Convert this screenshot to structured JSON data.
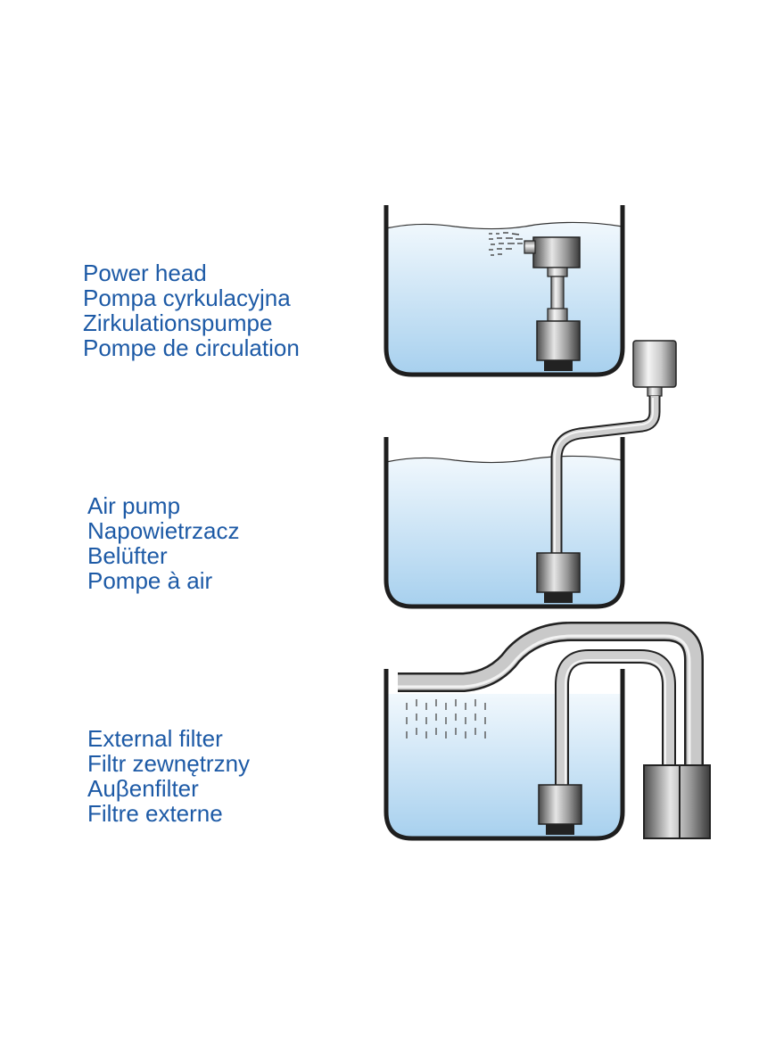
{
  "colors": {
    "label_text": "#1d5aa6",
    "water_top": "#eef6fc",
    "water_bottom": "#a9d2ef",
    "outline": "#1e1e1e"
  },
  "sections": [
    {
      "id": "power-head",
      "lines": [
        "Power head",
        "Pompa cyrkulacyjna",
        "Zirkulationspumpe",
        "Pompe de circulation"
      ]
    },
    {
      "id": "air-pump",
      "lines": [
        "Air pump",
        "Napowietrzacz",
        "Belüfter",
        "Pompe à air"
      ]
    },
    {
      "id": "external-filter",
      "lines": [
        "External filter",
        "Filtr zewnętrzny",
        "Auβenfilter",
        "Filtre externe"
      ]
    }
  ]
}
